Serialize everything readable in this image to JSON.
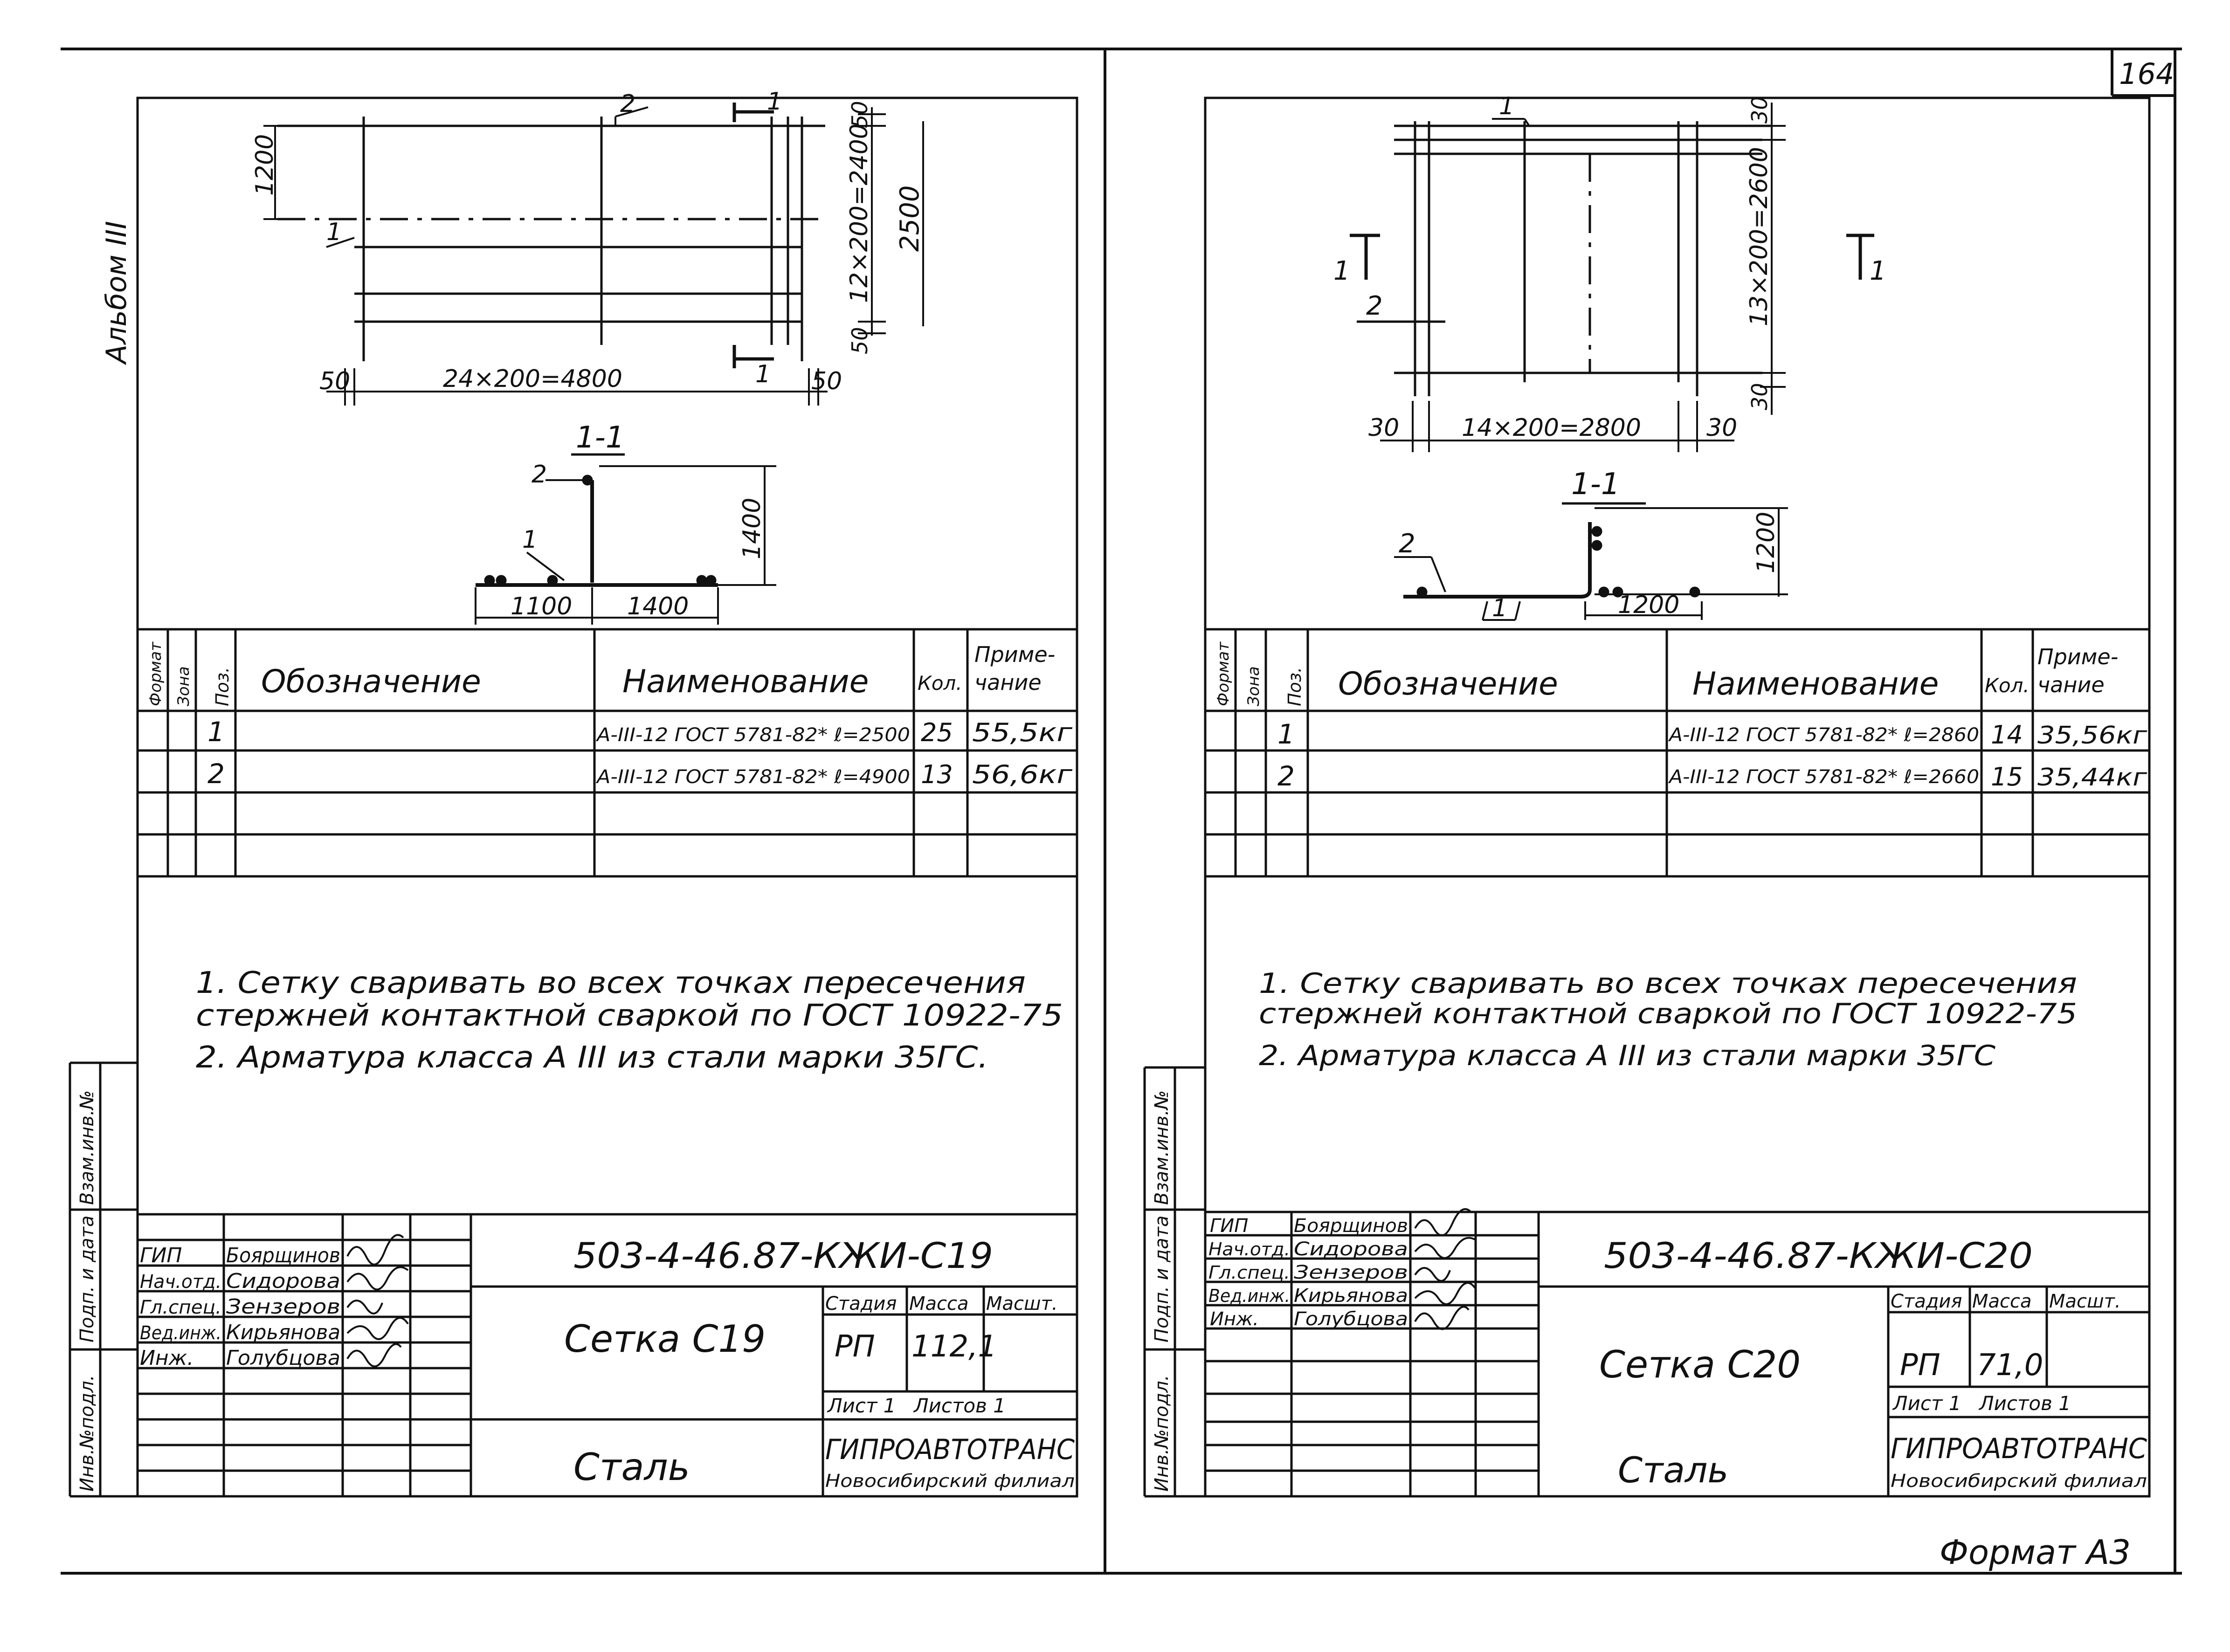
{
  "page_number": "164",
  "album_label": "Альбом III",
  "format_label": "Формат А3",
  "left": {
    "drawing": {
      "dim_left_bottom": "50",
      "dim_main": "24×200=4800",
      "dim_right_bottom": "50",
      "dim_top_right": "50",
      "dim_mid_right": "50",
      "dim_height_inner": "12×200=2400",
      "dim_height_total": "2500",
      "dim_left_1200": "1200",
      "pos1": "1",
      "pos2": "2",
      "cut_mark": "1",
      "section_title": "1-1",
      "sec_pos2": "2",
      "sec_pos1": "1",
      "sec_dim_height": "1400",
      "sec_dim_left": "1100",
      "sec_dim_right": "1400"
    },
    "spec": {
      "headers": [
        "Формат",
        "Зона",
        "Поз.",
        "Обозначение",
        "Наименование",
        "Кол.",
        "Приме-",
        "чание"
      ],
      "rows": [
        {
          "pos": "1",
          "name": "А-III-12 ГОСТ 5781-82* ℓ=2500",
          "qty": "25",
          "note": "55,5кг"
        },
        {
          "pos": "2",
          "name": "А-III-12 ГОСТ 5781-82* ℓ=4900",
          "qty": "13",
          "note": "56,6кг"
        }
      ]
    },
    "notes": [
      "1. Сетку сваривать во всех точках пересечения",
      "стержней контактной сваркой по ГОСТ 10922-75",
      "2. Арматура класса А III из стали марки 35ГС."
    ],
    "stamp": {
      "side_labels": [
        "Инв.№подл.",
        "Подп. и дата",
        "Взам.инв.№"
      ],
      "people": [
        {
          "role": "ГИП",
          "name": "Боярщинов"
        },
        {
          "role": "Нач.отд.",
          "name": "Сидорова"
        },
        {
          "role": "Гл.спец.",
          "name": "Зензеров"
        },
        {
          "role": "Вед.инж.",
          "name": "Кирьянова"
        },
        {
          "role": "Инж.",
          "name": "Голубцова"
        }
      ],
      "code": "503-4-46.87-КЖИ-С19",
      "title": "Сетка С19",
      "material": "Сталь",
      "stage_label": "Стадия",
      "mass_label": "Масса",
      "scale_label": "Масшт.",
      "stage": "РП",
      "mass": "112,1",
      "sheet": "Лист 1",
      "sheets": "Листов 1",
      "org": "ГИПРОАВТОТРАНС",
      "branch": "Новосибирский филиал"
    }
  },
  "right": {
    "drawing": {
      "dim_top_right": "30",
      "dim_height": "13×200=2600",
      "dim_bottom_right": "30",
      "dim_left": "30",
      "dim_main": "14×200=2800",
      "dim_right": "30",
      "pos1": "1",
      "pos2": "2",
      "cut_mark_left": "1",
      "cut_mark_right": "1",
      "section_title": "1-1",
      "sec_pos2": "2",
      "sec_pos1": "1",
      "sec_dim_height": "1200",
      "sec_dim_bottom": "1200"
    },
    "spec": {
      "headers": [
        "Формат",
        "Зона",
        "Поз.",
        "Обозначение",
        "Наименование",
        "Кол.",
        "Приме-",
        "чание"
      ],
      "rows": [
        {
          "pos": "1",
          "name": "А-III-12 ГОСТ 5781-82* ℓ=2860",
          "qty": "14",
          "note": "35,56кг"
        },
        {
          "pos": "2",
          "name": "А-III-12 ГОСТ 5781-82* ℓ=2660",
          "qty": "15",
          "note": "35,44кг"
        }
      ]
    },
    "notes": [
      "1. Сетку сваривать во всех точках пересечения",
      "стержней контактной сваркой по ГОСТ 10922-75",
      "2. Арматура класса А III из стали марки 35ГС"
    ],
    "stamp": {
      "side_labels": [
        "Инв.№подл.",
        "Подп. и дата",
        "Взам.инв.№"
      ],
      "people": [
        {
          "role": "ГИП",
          "name": "Боярщинов"
        },
        {
          "role": "Нач.отд.",
          "name": "Сидорова"
        },
        {
          "role": "Гл.спец.",
          "name": "Зензеров"
        },
        {
          "role": "Вед.инж.",
          "name": "Кирьянова"
        },
        {
          "role": "Инж.",
          "name": "Голубцова"
        }
      ],
      "code": "503-4-46.87-КЖИ-С20",
      "title": "Сетка С20",
      "material": "Сталь",
      "stage_label": "Стадия",
      "mass_label": "Масса",
      "scale_label": "Масшт.",
      "stage": "РП",
      "mass": "71,0",
      "sheet": "Лист 1",
      "sheets": "Листов 1",
      "org": "ГИПРОАВТОТРАНС",
      "branch": "Новосибирский филиал"
    }
  }
}
